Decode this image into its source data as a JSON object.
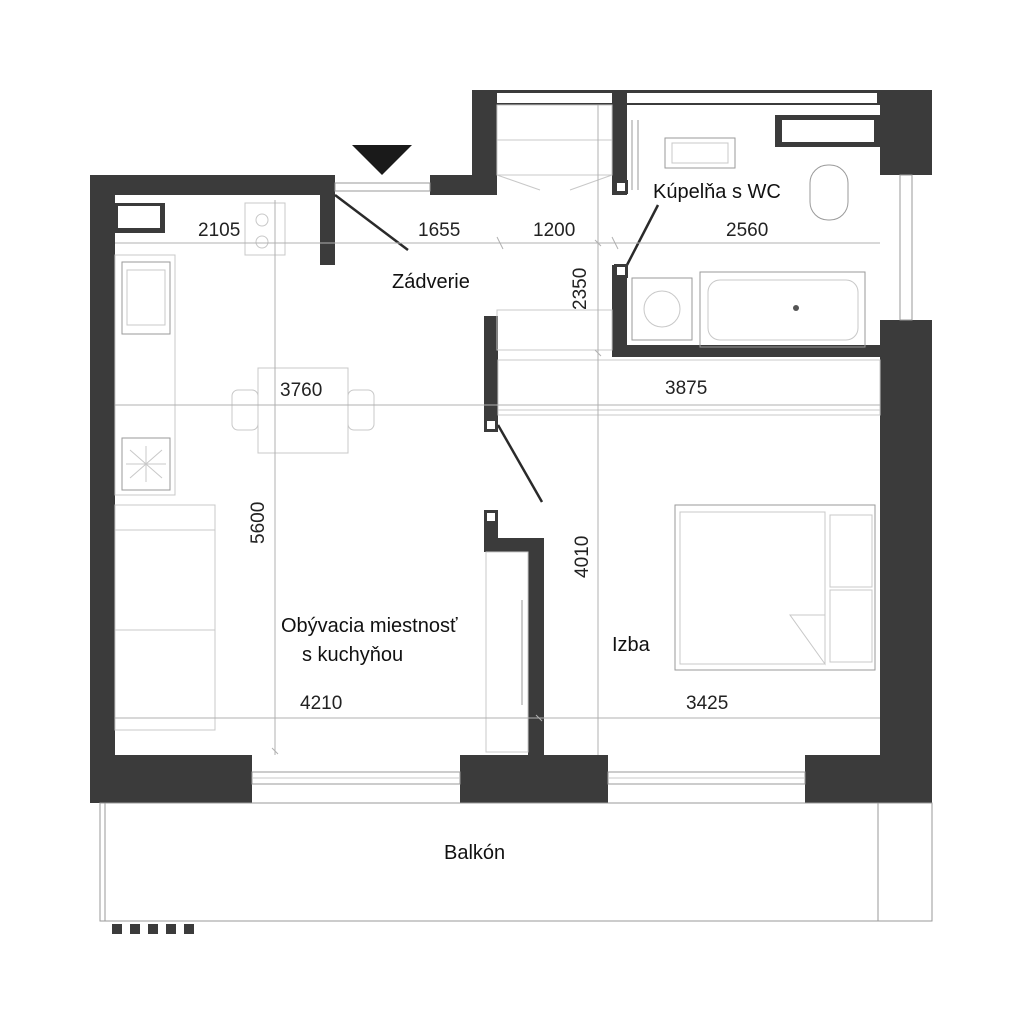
{
  "rooms": {
    "vestibule": "Zádverie",
    "bathroom": "Kúpelňa s WC",
    "living_line1": "Obývacia miestnosť",
    "living_line2": "s kuchyňou",
    "bedroom": "Izba",
    "balcony": "Balkón"
  },
  "dimensions": {
    "kitchen_width": "2105",
    "vestibule_width": "1655",
    "hall_width": "1200",
    "bath_width": "2560",
    "hall_depth": "2350",
    "living_width": "3760",
    "bedroom_width": "3875",
    "living_depth": "5600",
    "bedroom_depth": "4010",
    "living_bottom_width": "4210",
    "bedroom_bottom_width": "3425"
  },
  "colors": {
    "wall": "#3b3b3b",
    "background": "#ffffff"
  }
}
